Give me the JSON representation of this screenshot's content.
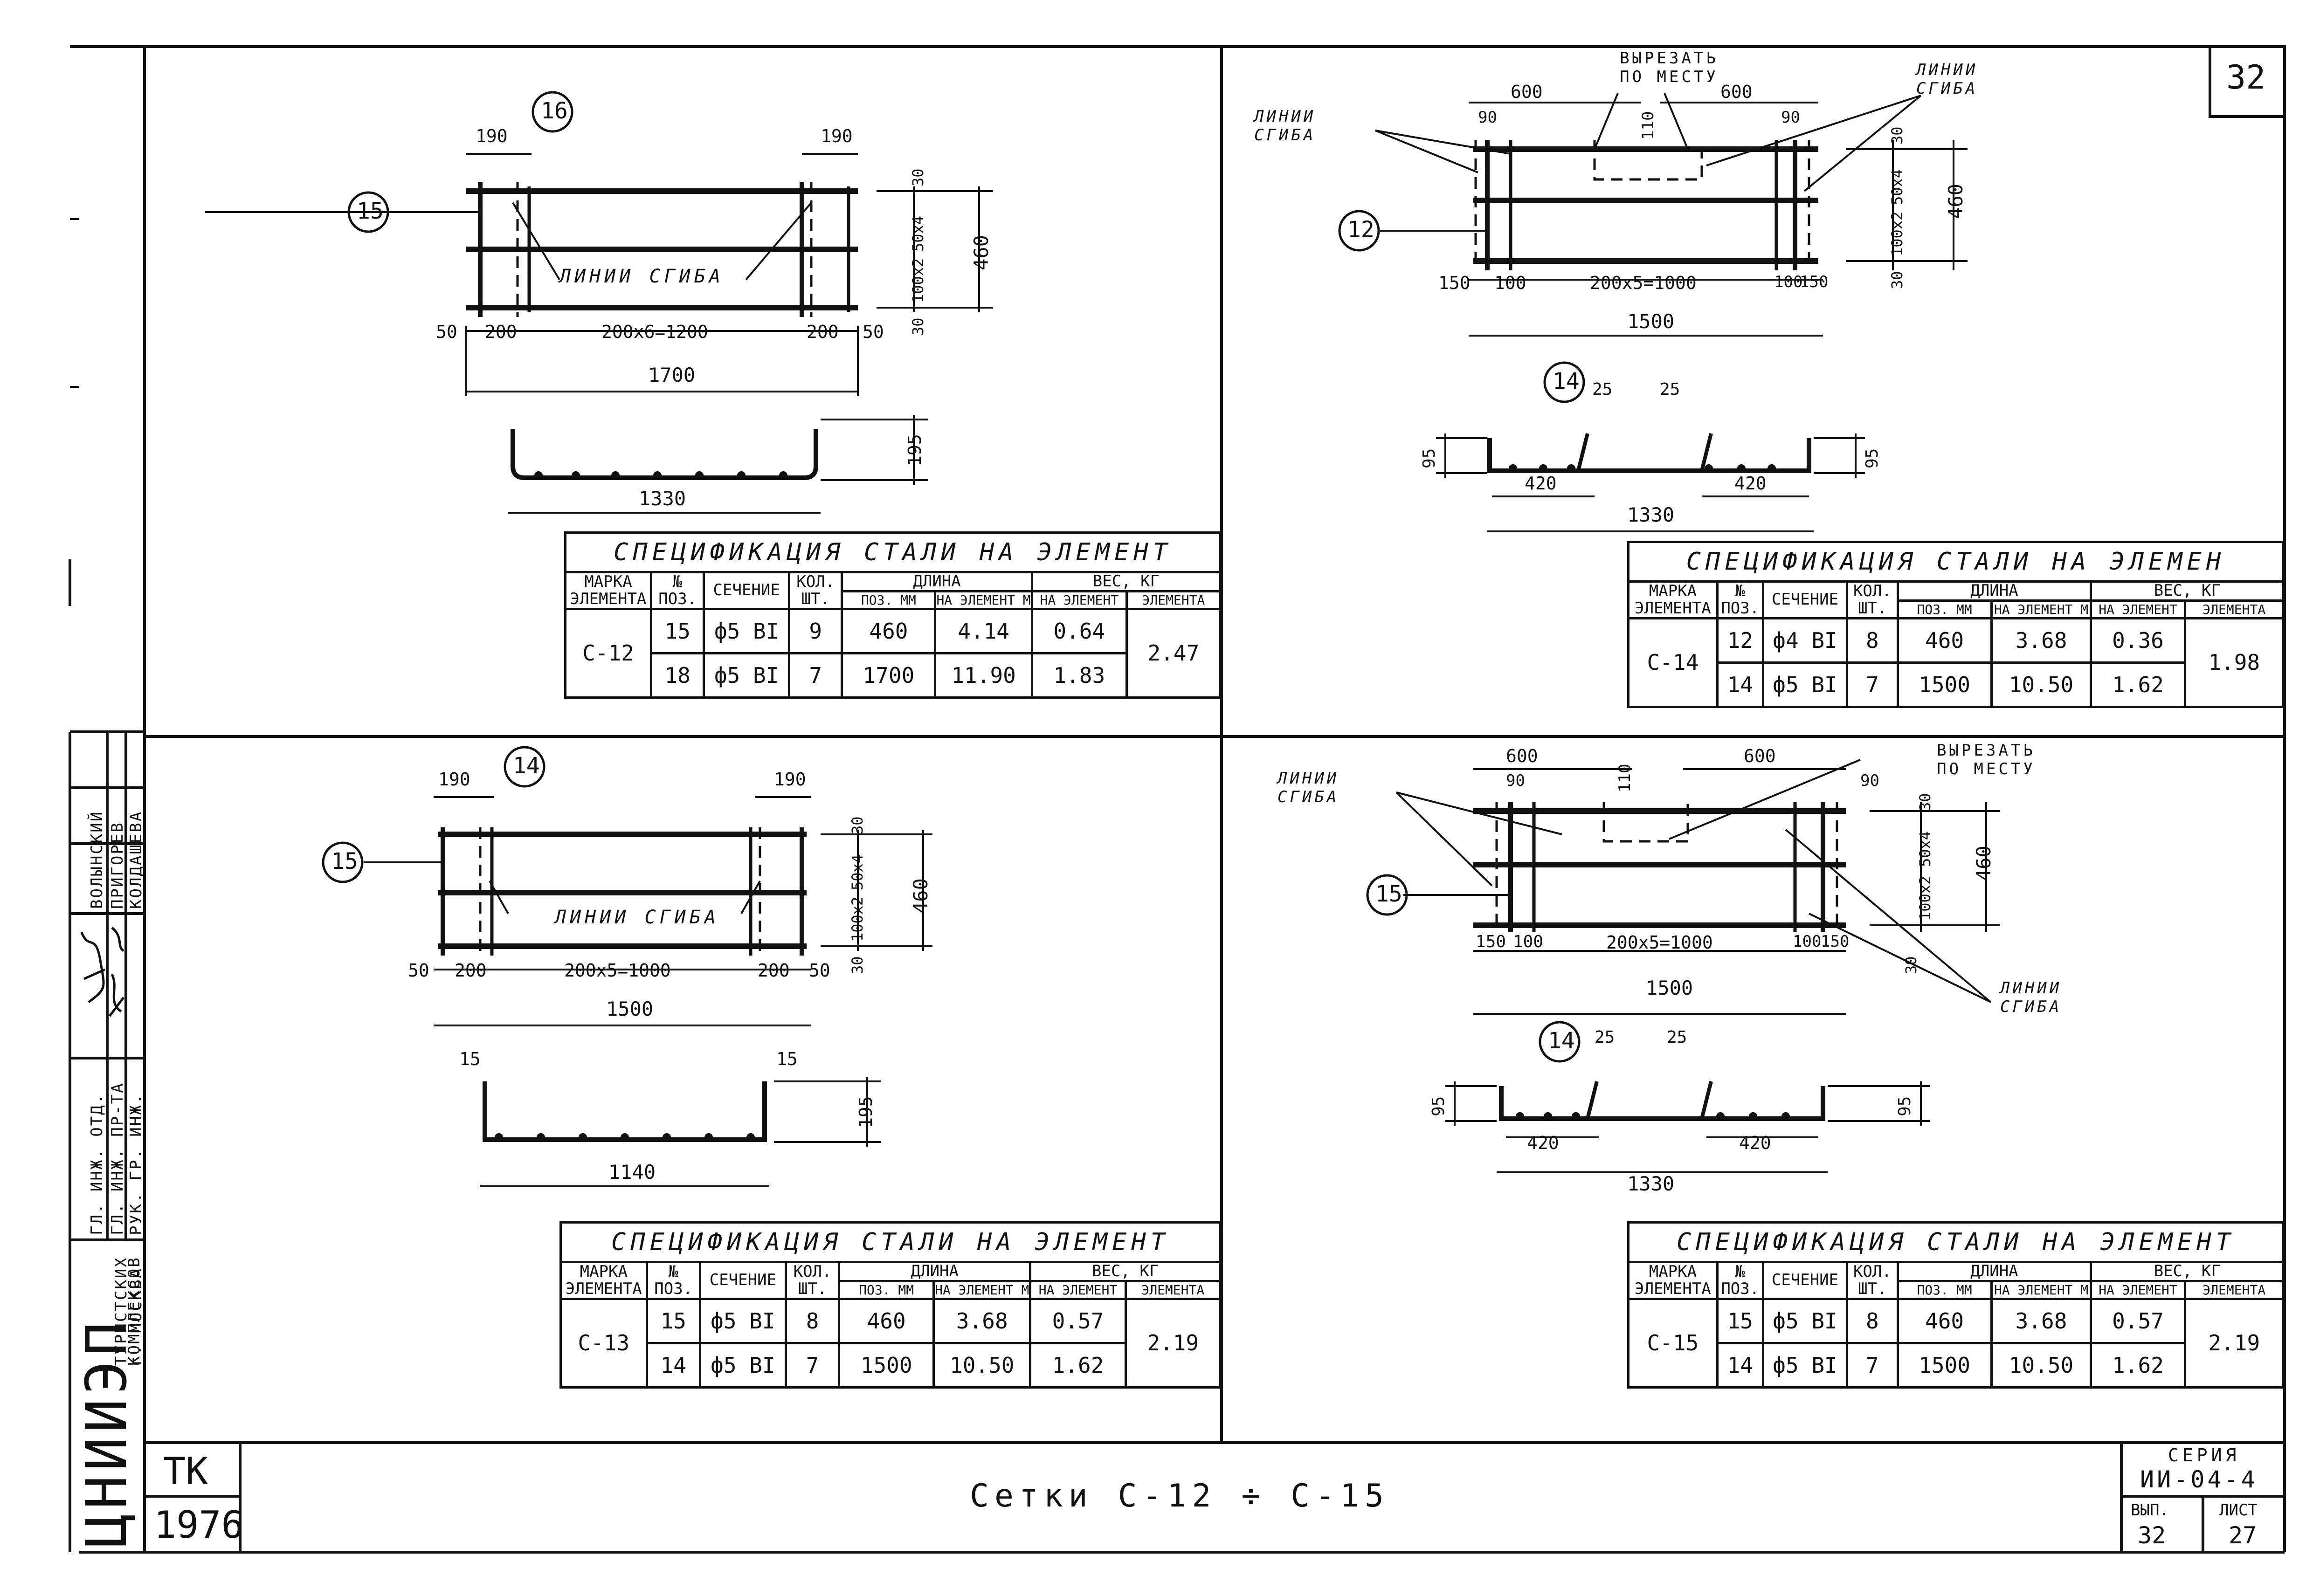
{
  "sheet_number": "32",
  "drawing_title": "Сетки С-12 ÷ С-15",
  "year_block": {
    "org": "ТК",
    "year": "1976"
  },
  "series_block": {
    "series_label": "СЕРИЯ",
    "series": "ИИ-04-4",
    "issue_label": "ВЫП.",
    "issue": "32",
    "sheet_label": "ЛИСТ",
    "sheet": "27"
  },
  "side_stamp": {
    "institute": "ЦНИИЭП",
    "institute_sub": [
      "ТУРИСТСКИХ",
      "КОМПЛЕКСОВ",
      "г. МОСКВА"
    ],
    "roles": [
      "ГЛ. ИНЖ. ОТД.",
      "ГЛ. ИНЖ. ПР-ТА",
      "РУК. ГР. ИНЖ."
    ],
    "names": [
      "ВОЛЫНСКИЙ",
      "ПРИГОРЕВ",
      "КОЛДАШЕВА"
    ]
  },
  "drawings": {
    "c12": {
      "pos_top": "16",
      "pos_left": "15",
      "bend_label": "ЛИНИИ СГИБА",
      "dims_top": [
        "190",
        "190"
      ],
      "dims_right": [
        "30",
        "50x4",
        "100x2",
        "30"
      ],
      "height": "460",
      "dims_bottom": [
        "50",
        "200",
        "200x6=1200",
        "200",
        "50"
      ],
      "total": "1700",
      "profile_width": "1330",
      "profile_height": "195"
    },
    "c13": {
      "pos_top": "14",
      "pos_left": "15",
      "bend_label": "ЛИНИИ СГИБА",
      "dims_top": [
        "190",
        "190"
      ],
      "dims_right": [
        "30",
        "50x4",
        "100x2",
        "30"
      ],
      "height": "460",
      "dims_bottom": [
        "50",
        "200",
        "200x5=1000",
        "200",
        "50"
      ],
      "total": "1500",
      "profile_width": "1140",
      "profile_height": "195",
      "profile_tops": [
        "15",
        "15"
      ]
    },
    "c14": {
      "pos_left": "12",
      "pos_profile": "14",
      "bend_label": "ЛИНИИ СГИБА",
      "cut_label": "ВЫРЕЗАТЬ ПО МЕСТУ",
      "dims_top": [
        "600",
        "600",
        "90",
        "90",
        "110"
      ],
      "dims_right": [
        "30",
        "50x4",
        "100x2",
        "30"
      ],
      "height": "460",
      "dims_bottom": [
        "150",
        "100",
        "200x5=1000",
        "100",
        "150"
      ],
      "total": "1500",
      "profile_dims": [
        "95",
        "25",
        "25",
        "95"
      ],
      "profile_halves": [
        "420",
        "420"
      ],
      "profile_width": "1330"
    },
    "c15": {
      "pos_left": "15",
      "pos_profile": "14",
      "bend_label": "ЛИНИИ СГИБА",
      "cut_label": "ВЫРЕЗАТЬ ПО МЕСТУ",
      "dims_top": [
        "600",
        "600",
        "90",
        "90",
        "110"
      ],
      "dims_right": [
        "30",
        "50x4",
        "100x2",
        "30"
      ],
      "height": "460",
      "dims_bottom": [
        "150",
        "100",
        "200x5=1000",
        "100",
        "150"
      ],
      "total": "1500",
      "profile_dims": [
        "95",
        "25",
        "25",
        "95"
      ],
      "profile_halves": [
        "420",
        "420"
      ],
      "profile_width": "1330"
    }
  },
  "spec_headers": {
    "title": "СПЕЦИФИКАЦИЯ СТАЛИ НА ЭЛЕМЕНТ",
    "title_c14": "СПЕЦИФИКАЦИЯ СТАЛИ НА ЭЛЕМЕН",
    "mark": "МАРКА",
    "element": "ЭЛЕМЕНТА",
    "pos_no": "№",
    "pos": "ПОЗ.",
    "section": "СЕЧЕНИЕ",
    "qty": "КОЛ.",
    "pcs": "ШТ.",
    "length": "ДЛИНА",
    "len_pos": "ПОЗ. ММ",
    "len_elem": "НА ЭЛЕМЕНТ М",
    "weight": "ВЕС, КГ",
    "w_elem": "НА ЭЛЕМЕНТ",
    "w_total": "ЭЛЕМЕНТА"
  },
  "specs": {
    "c12": {
      "mark": "С-12",
      "total": "2.47",
      "rows": [
        {
          "pos": "15",
          "section": "ф5 ВI",
          "qty": "9",
          "len_mm": "460",
          "len_m": "4.14",
          "weight": "0.64"
        },
        {
          "pos": "18",
          "section": "ф5 ВI",
          "qty": "7",
          "len_mm": "1700",
          "len_m": "11.90",
          "weight": "1.83"
        }
      ]
    },
    "c14": {
      "mark": "С-14",
      "total": "1.98",
      "rows": [
        {
          "pos": "12",
          "section": "ф4 ВI",
          "qty": "8",
          "len_mm": "460",
          "len_m": "3.68",
          "weight": "0.36"
        },
        {
          "pos": "14",
          "section": "ф5 ВI",
          "qty": "7",
          "len_mm": "1500",
          "len_m": "10.50",
          "weight": "1.62"
        }
      ]
    },
    "c13": {
      "mark": "С-13",
      "total": "2.19",
      "rows": [
        {
          "pos": "15",
          "section": "ф5 ВI",
          "qty": "8",
          "len_mm": "460",
          "len_m": "3.68",
          "weight": "0.57"
        },
        {
          "pos": "14",
          "section": "ф5 ВI",
          "qty": "7",
          "len_mm": "1500",
          "len_m": "10.50",
          "weight": "1.62"
        }
      ]
    },
    "c15": {
      "mark": "С-15",
      "total": "2.19",
      "rows": [
        {
          "pos": "15",
          "section": "ф5 ВI",
          "qty": "8",
          "len_mm": "460",
          "len_m": "3.68",
          "weight": "0.57"
        },
        {
          "pos": "14",
          "section": "ф5 ВI",
          "qty": "7",
          "len_mm": "1500",
          "len_m": "10.50",
          "weight": "1.62"
        }
      ]
    }
  }
}
